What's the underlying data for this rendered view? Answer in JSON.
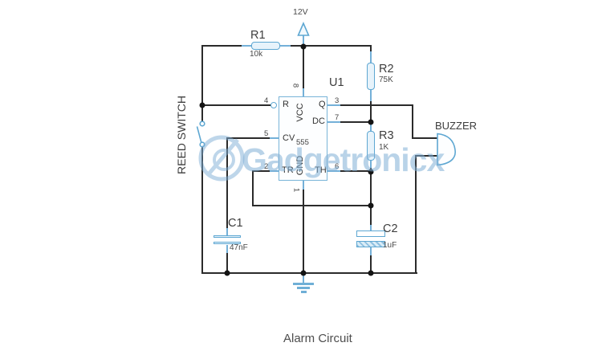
{
  "caption": "Alarm Circuit",
  "watermark": "Gadgetronicx",
  "power_label": "12V",
  "reed_switch_label": "REED SWITCH",
  "buzzer_label": "BUZZER",
  "ic": {
    "ref": "U1",
    "part": "555",
    "pins": {
      "r": "R",
      "cv": "CV",
      "tr": "TR",
      "vcc": "VCC",
      "gnd": "GND",
      "q": "Q",
      "dc": "DC",
      "th": "TH",
      "n1": "1",
      "n2": "2",
      "n3": "3",
      "n4": "4",
      "n5": "5",
      "n6": "6",
      "n7": "7",
      "n8": "8"
    }
  },
  "resistors": {
    "r1": {
      "ref": "R1",
      "value": "10k"
    },
    "r2": {
      "ref": "R2",
      "value": "75K"
    },
    "r3": {
      "ref": "R3",
      "value": "1K"
    }
  },
  "capacitors": {
    "c1": {
      "ref": "C1",
      "value": "47nF"
    },
    "c2": {
      "ref": "C2",
      "value": "1uF"
    }
  },
  "colors": {
    "wire": "#2b2b2b",
    "component_stroke": "#5ea7d2",
    "component_fill": "#e7f3fb",
    "watermark": "#7fafd6",
    "text": "#3d3d3d"
  }
}
